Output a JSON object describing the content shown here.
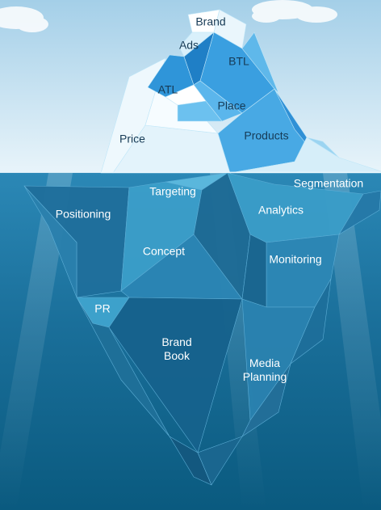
{
  "above_water": [
    {
      "id": "brand",
      "text": "Brand"
    },
    {
      "id": "ads",
      "text": "Ads"
    },
    {
      "id": "btl",
      "text": "BTL"
    },
    {
      "id": "atl",
      "text": "ATL"
    },
    {
      "id": "place",
      "text": "Place"
    },
    {
      "id": "price",
      "text": "Price"
    },
    {
      "id": "products",
      "text": "Products"
    }
  ],
  "below_water": [
    {
      "id": "targeting",
      "text": "Targeting"
    },
    {
      "id": "segmentation",
      "text": "Segmentation"
    },
    {
      "id": "positioning",
      "text": "Positioning"
    },
    {
      "id": "analytics",
      "text": "Analytics"
    },
    {
      "id": "concept",
      "text": "Concept"
    },
    {
      "id": "monitoring",
      "text": "Monitoring"
    },
    {
      "id": "pr",
      "text": "PR"
    },
    {
      "id": "brand_book",
      "text": "Brand\nBook"
    },
    {
      "id": "media_planning",
      "text": "Media\nPlanning"
    }
  ],
  "colors": {
    "sky_top": "#a9d3ea",
    "sky_bottom": "#e6f3fa",
    "water_top": "#2a86b4",
    "water_bottom": "#0a5b80",
    "ice_light": "#f4fbfe",
    "ice_mid": "#7fcbf0",
    "ice_deep": "#2a93d6",
    "label_dark": "#163a55"
  }
}
